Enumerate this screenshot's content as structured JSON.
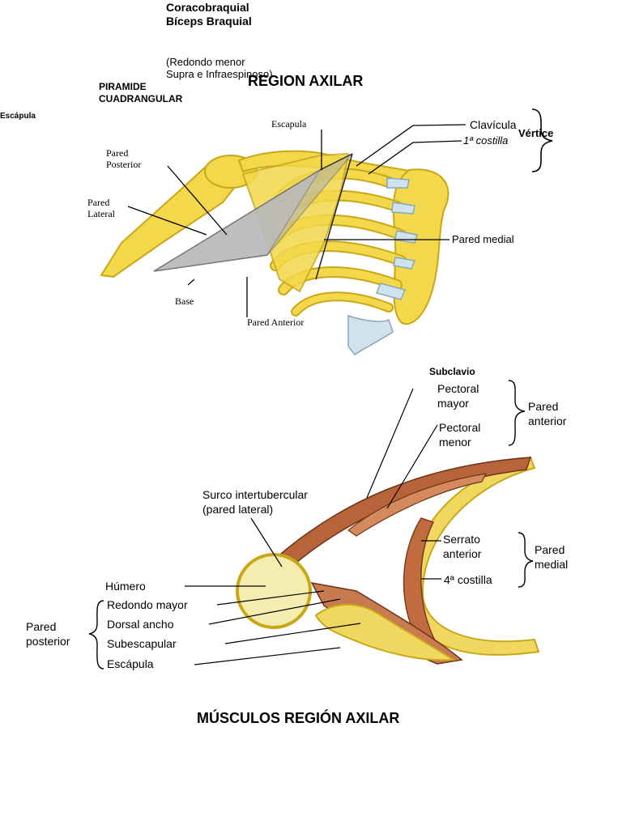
{
  "header": {
    "line1": "Coracobraquial",
    "line2": "Bíceps Braquial",
    "note1": "(Redondo menor",
    "note2": "Supra e Infraespinoso)",
    "pyramid1": "PIRAMIDE",
    "pyramid2": "CUADRANGULAR",
    "title": "REGION AXILAR",
    "side_label": "Escápula"
  },
  "figure1": {
    "labels": {
      "escapula": "Escapula",
      "clavicula": "Clavícula",
      "costilla1": "1ª costilla",
      "vertice": "Vértice",
      "pared_posterior_1": "Pared",
      "pared_posterior_2": "Posterior",
      "pared_lateral_1": "Pared",
      "pared_lateral_2": "Lateral",
      "pared_medial": "Pared medial",
      "base": "Base",
      "pared_anterior": "Pared Anterior"
    },
    "colors": {
      "bone": "#f2d84a",
      "bone_dark": "#d8b820",
      "cartilage": "#cfe3ef",
      "pyramid": "#b8b8b8"
    }
  },
  "figure2": {
    "subclavio": "Subclavio",
    "labels": {
      "pectoral_mayor_1": "Pectoral",
      "pectoral_mayor_2": "mayor",
      "pectoral_menor_1": "Pectoral",
      "pectoral_menor_2": "menor",
      "pared_anterior_1": "Pared",
      "pared_anterior_2": "anterior",
      "surco_1": "Surco intertubercular",
      "surco_2": "(pared lateral)",
      "serrato_1": "Serrato",
      "serrato_2": "anterior",
      "pared_medial_1": "Pared",
      "pared_medial_2": "medial",
      "costilla4": "4ª costilla",
      "humero": "Húmero",
      "redondo_mayor": "Redondo mayor",
      "dorsal_ancho": "Dorsal ancho",
      "subescapular": "Subescapular",
      "escapula": "Escápula",
      "pared_posterior_1": "Pared",
      "pared_posterior_2": "posterior"
    },
    "colors": {
      "muscle": "#b8643a",
      "muscle_light": "#d48a5c",
      "bone": "#f0d860",
      "bone_inner": "#f5ecb0"
    }
  },
  "footer": {
    "title": "MÚSCULOS REGIÓN AXILAR"
  }
}
